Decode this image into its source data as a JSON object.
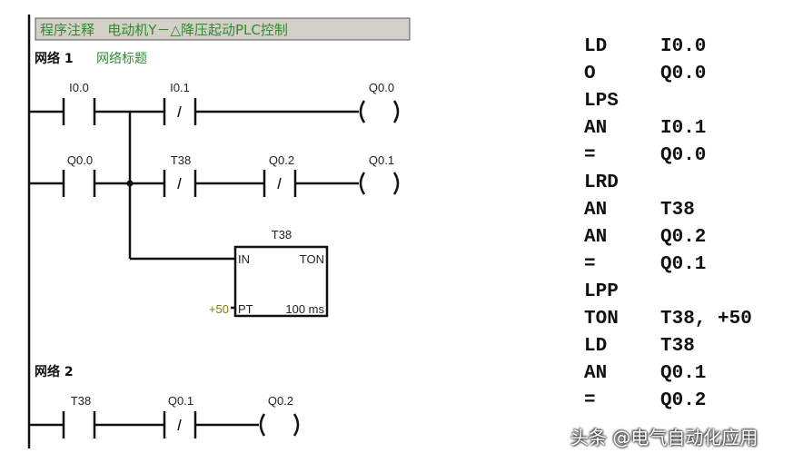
{
  "ladder": {
    "comment": "程序注释   电动机Y－△降压起动PLC控制",
    "network1": {
      "title": "网络 1",
      "subtitle": "网络标题"
    },
    "network2": {
      "title": "网络 2"
    },
    "rung1": {
      "contact1": "I0.0",
      "contact2": "I0.1",
      "coil": "Q0.0"
    },
    "rung2": {
      "contact1": "Q0.0",
      "contact2": "T38",
      "contact3": "Q0.2",
      "coil": "Q0.1"
    },
    "timer": {
      "name": "T38",
      "type": "TON",
      "in": "IN",
      "pt": "PT",
      "preset": "+50",
      "base": "100 ms"
    },
    "rung3": {
      "contact1": "T38",
      "contact2": "Q0.1",
      "coil": "Q0.2"
    },
    "colors": {
      "comment_text": "#2e8b2e",
      "comment_bg": "#d4d0c8",
      "preset": "#8a7a00"
    }
  },
  "instructions": [
    {
      "op": "LD",
      "arg": "I0.0"
    },
    {
      "op": "O",
      "arg": "Q0.0"
    },
    {
      "op": "LPS",
      "arg": ""
    },
    {
      "op": "AN",
      "arg": "I0.1"
    },
    {
      "op": "=",
      "arg": "Q0.0"
    },
    {
      "op": "LRD",
      "arg": ""
    },
    {
      "op": "AN",
      "arg": "T38"
    },
    {
      "op": "AN",
      "arg": "Q0.2"
    },
    {
      "op": "=",
      "arg": "Q0.1"
    },
    {
      "op": "LPP",
      "arg": ""
    },
    {
      "op": "TON",
      "arg": "T38, +50"
    },
    {
      "op": "LD",
      "arg": "T38"
    },
    {
      "op": "AN",
      "arg": "Q0.1"
    },
    {
      "op": "=",
      "arg": "Q0.2"
    }
  ],
  "watermark": "头条 @电气自动化应用"
}
